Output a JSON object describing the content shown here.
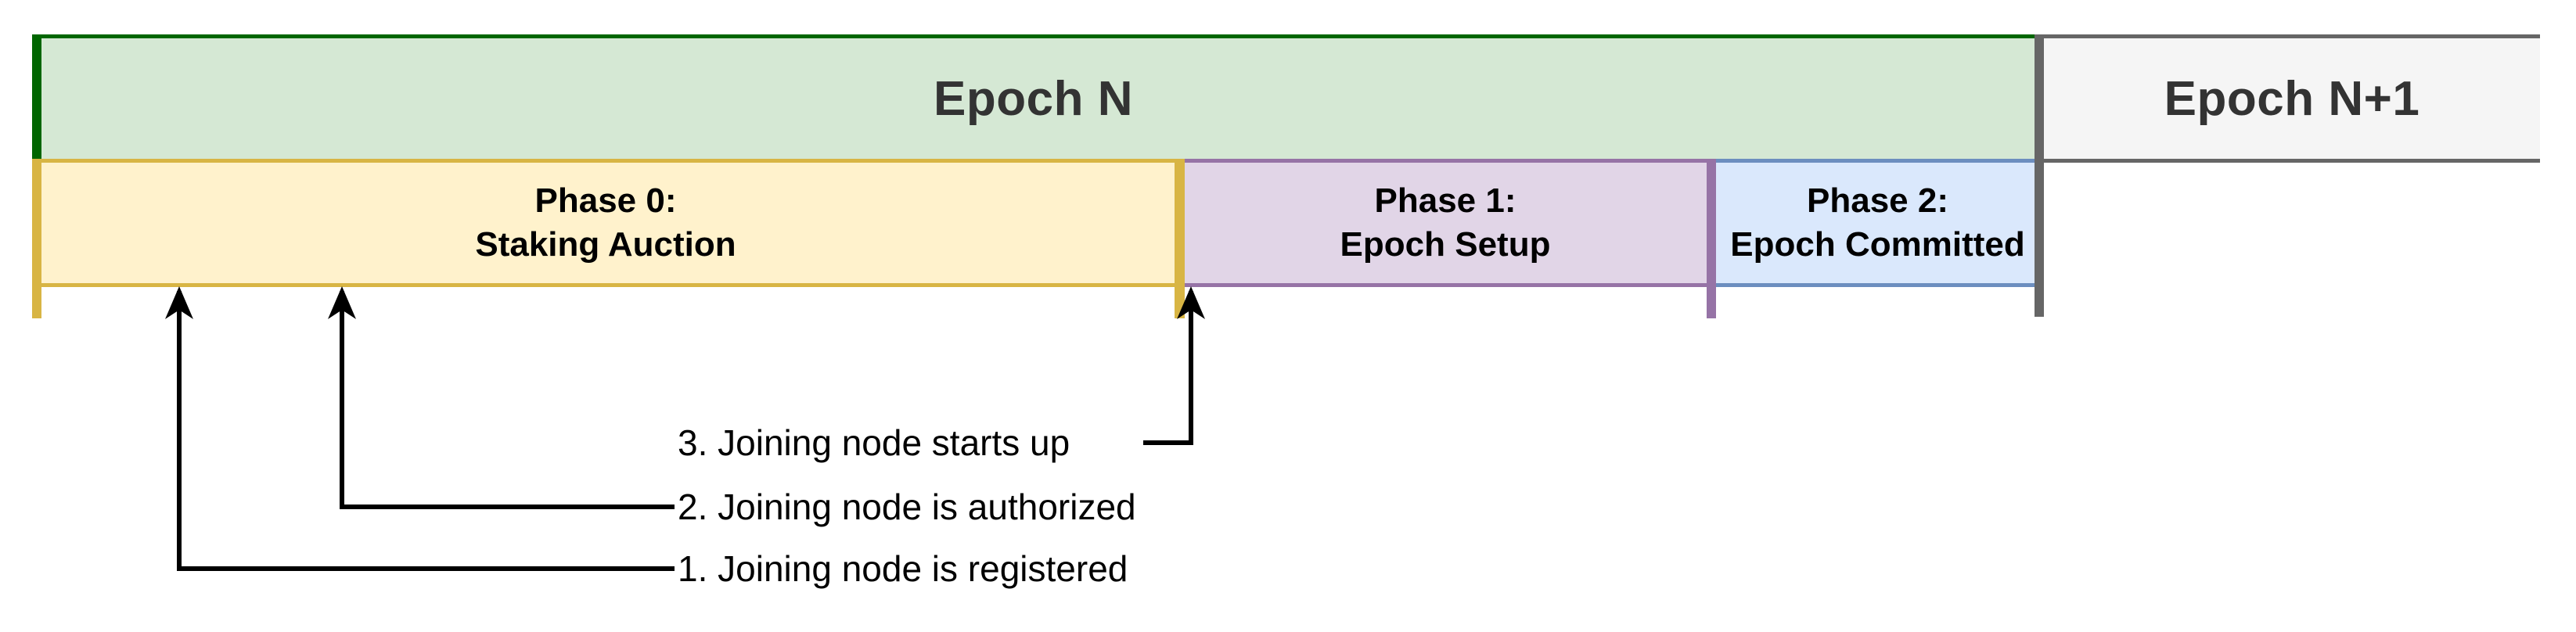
{
  "diagram": {
    "epochs": [
      {
        "label": "Epoch N"
      },
      {
        "label": "Epoch N+1"
      }
    ],
    "phases": [
      {
        "line1": "Phase 0:",
        "line2": "Staking Auction"
      },
      {
        "line1": "Phase 1:",
        "line2": "Epoch Setup"
      },
      {
        "line1": "Phase 2:",
        "line2": "Epoch Committed"
      }
    ],
    "events": [
      {
        "label": "1. Joining node is registered"
      },
      {
        "label": "2. Joining node is authorized"
      },
      {
        "label": "3. Joining node starts up"
      }
    ],
    "colors": {
      "green_fill": "#d5e8d4",
      "green_border": "#006600",
      "yellow_fill": "#fff2cc",
      "yellow_border": "#d8b544",
      "purple_fill": "#e1d5e7",
      "purple_border": "#9673a6",
      "blue_fill": "#dae8fc",
      "blue_border": "#6c8ebf",
      "gray_fill": "#f5f5f5",
      "gray_border": "#666666",
      "epoch_text": "#333333",
      "line_color": "#000000"
    }
  }
}
